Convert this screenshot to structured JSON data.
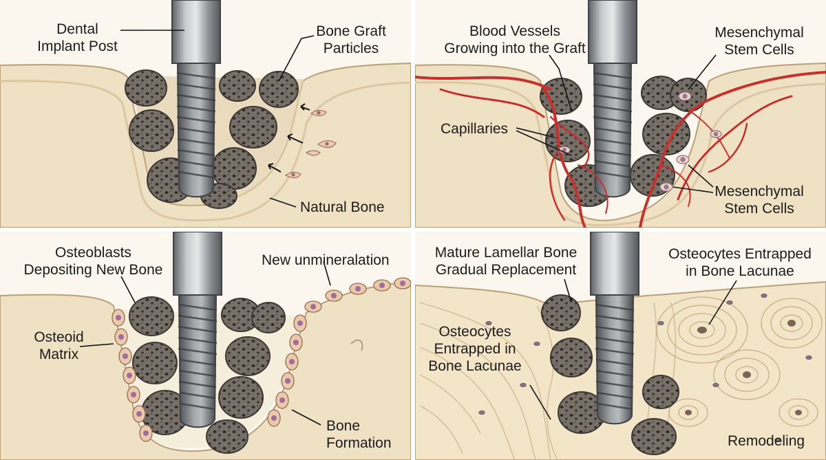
{
  "panels": [
    {
      "id": "graft-placement",
      "labels": {
        "implant_post": "Dental\nImplant Post",
        "graft_particles": "Bone Graft\nParticles",
        "natural_bone": "Natural Bone"
      }
    },
    {
      "id": "vascularization",
      "labels": {
        "blood_vessels": "Blood Vessels\nGrowing into the Graft",
        "stem_cells_top": "Mesenchymal\nStem Cells",
        "capillaries": "Capillaries",
        "stem_cells_bottom": "Mesenchymal\nStem Cells"
      }
    },
    {
      "id": "bone-formation",
      "labels": {
        "osteoblasts": "Osteoblasts\nDepositing New Bone",
        "new_unmineralation": "New unmineralation",
        "osteoid_matrix": "Osteoid\nMatrix",
        "bone_formation": "Bone\nFormation"
      }
    },
    {
      "id": "remodeling",
      "labels": {
        "lamellar_bone": "Mature Lamellar Bone\nGradual Replacement",
        "osteocytes_top": "Osteocytes Entrapped\nin Bone Lacunae",
        "osteocytes_left": "Osteocytes\nEntrapped in\nBone Lacunae",
        "remodeling": "Remodeling"
      }
    }
  ],
  "colors": {
    "bone": "#efe1c4",
    "bone_shadow": "#d9c39c",
    "graft": "#6e6860",
    "graft_pore": "#35302c",
    "implant": "#8e9296",
    "vessel": "#c8302c",
    "cell": "#b9a4c9",
    "lamellar": "#f4e6c9"
  }
}
